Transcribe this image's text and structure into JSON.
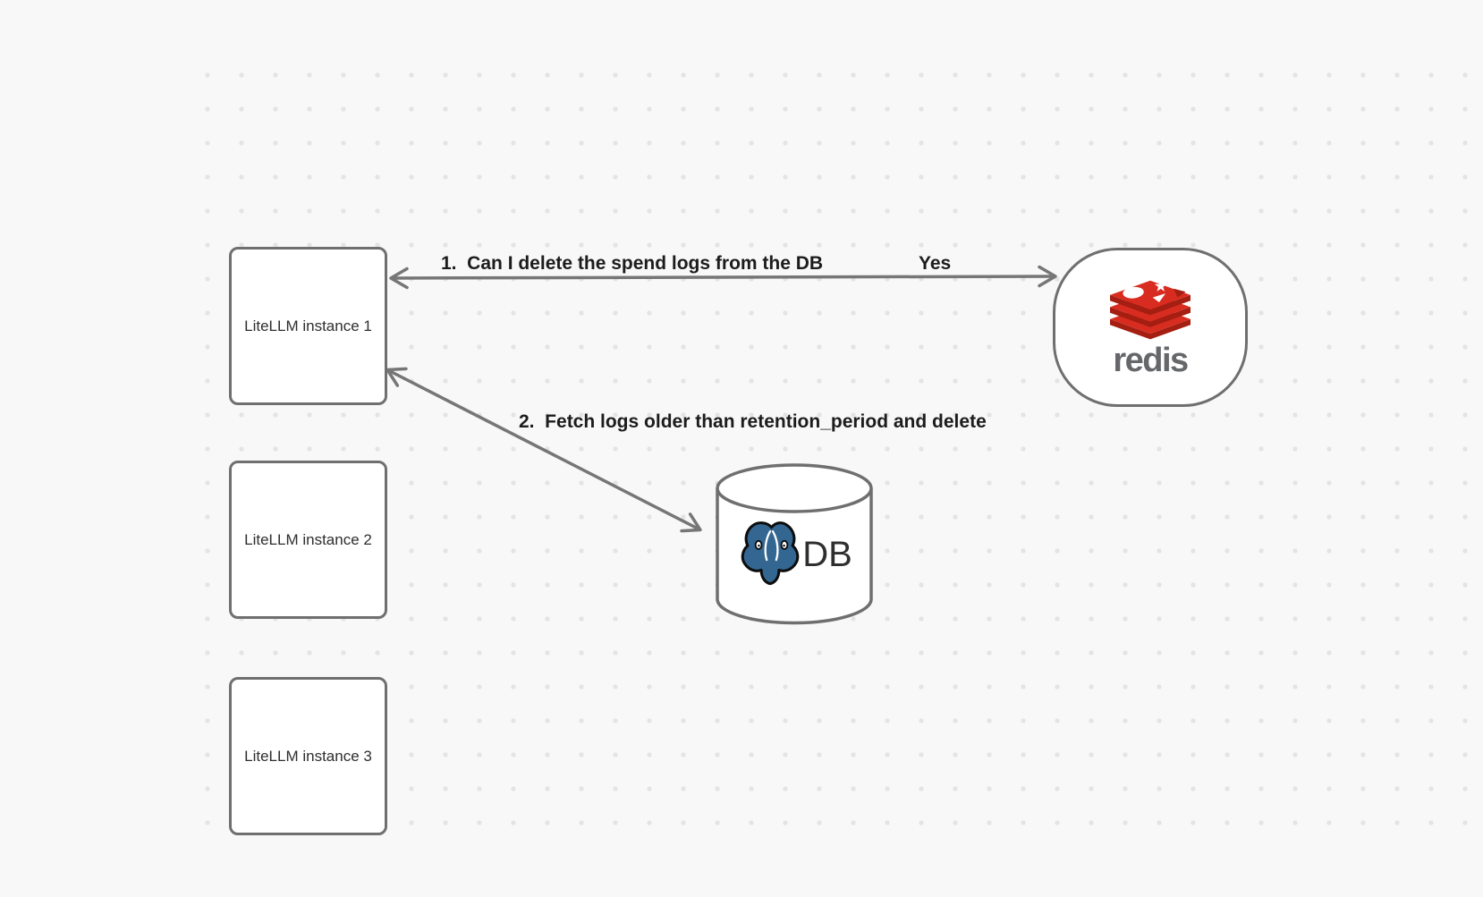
{
  "diagram": {
    "instances": [
      {
        "label": "LiteLLM instance 1"
      },
      {
        "label": "LiteLLM instance 2"
      },
      {
        "label": "LiteLLM instance 3"
      }
    ],
    "redis": {
      "wordmark": "redis",
      "logo_icon": "redis-stack-logo"
    },
    "db": {
      "label": "DB",
      "logo_icon": "postgresql-elephant-logo"
    },
    "arrows": [
      {
        "label": "1.  Can I delete the spend logs from the DB",
        "response": "Yes",
        "from": "LiteLLM instance 1",
        "to": "redis",
        "bidirectional": true
      },
      {
        "label": "2.  Fetch logs older than retention_period and delete",
        "from": "LiteLLM instance 1",
        "to": "DB",
        "bidirectional": true
      }
    ],
    "colors": {
      "background": "#f8f8f8",
      "grid_dot": "#e4e4e4",
      "shape_border": "#6f6f6f",
      "arrow": "#767676",
      "arrow_label_text": "#1c1c1c",
      "box_text": "#2e2e2e",
      "redis_red": "#d82c20",
      "redis_dark_red": "#a41e11",
      "redis_wordmark_gray": "#65676a",
      "postgres_blue": "#336791"
    }
  }
}
